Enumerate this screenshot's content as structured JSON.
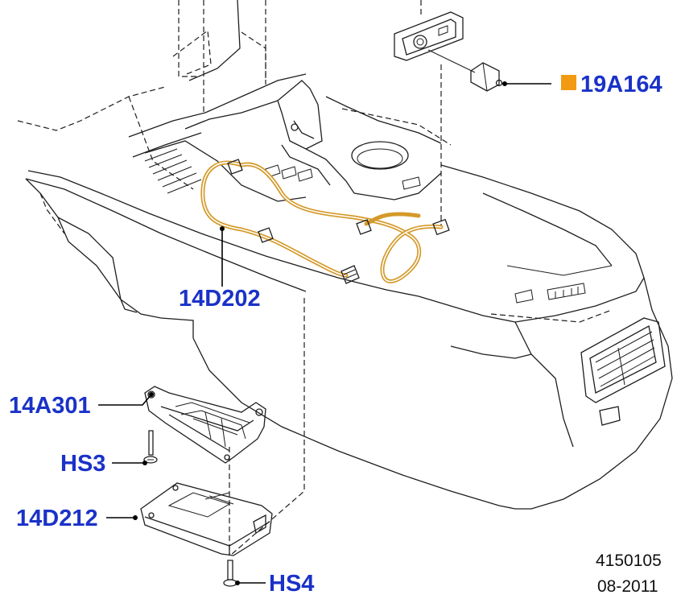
{
  "colors": {
    "callout_text": "#1a32c8",
    "harness": "#d49a2a",
    "highlight_marker": "#f29a12",
    "line_art": "#1e1e1e"
  },
  "callouts": {
    "part_19a164": "19A164",
    "part_14d202": "14D202",
    "part_14a301": "14A301",
    "part_hs3": "HS3",
    "part_14d212": "14D212",
    "part_hs4": "HS4"
  },
  "footer": {
    "figure_number": "4150105",
    "date": "08-2011"
  }
}
